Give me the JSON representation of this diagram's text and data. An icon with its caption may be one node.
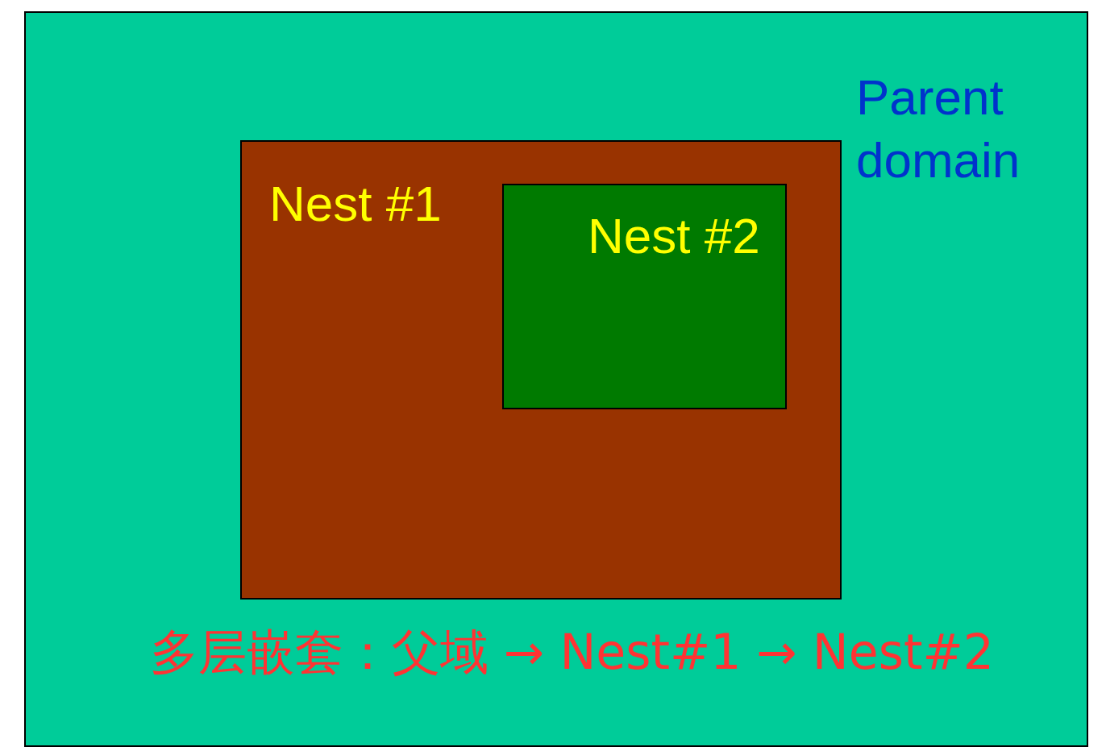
{
  "diagram": {
    "nodes": [
      {
        "text": [
          "Parent domain"
        ]
      },
      {
        "text": [
          "Nest #1"
        ],
        "in": 0
      },
      {
        "text": [
          "Nest #2"
        ],
        "in": 1
      }
    ],
    "labels": [
      "多层嵌套：父域 → Nest#1 → Nest#2"
    ]
  }
}
